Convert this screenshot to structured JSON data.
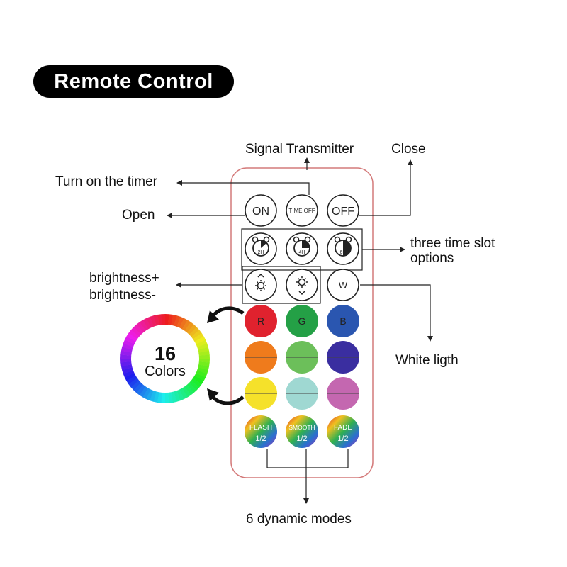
{
  "title": "Remote Control",
  "labels": {
    "signal": "Signal Transmitter",
    "close": "Close",
    "timer": "Turn on the timer",
    "open": "Open",
    "slots_line1": "three time slot",
    "slots_line2": "options",
    "bright_plus": "brightness+",
    "bright_minus": "brightness-",
    "white": "White ligth",
    "dynamic": "6 dynamic modes"
  },
  "colors_badge": {
    "number": "16",
    "word": "Colors"
  },
  "buttons": {
    "on": "ON",
    "timer_off": "TIME OFF",
    "off": "OFF",
    "t2h": "2H",
    "t4h": "4H",
    "t6h": "6H",
    "w": "W",
    "r": "R",
    "g": "G",
    "b": "B",
    "flash": "FLASH",
    "smooth": "SMOOTH",
    "fade": "FADE",
    "half": "1/2"
  },
  "palette": {
    "red": "#e0222e",
    "green": "#24a046",
    "blue": "#2a56b0",
    "orange": "#ef7b1c",
    "lightgreen": "#6cbf5a",
    "indigo": "#3a2ea0",
    "yellow": "#f5e12a",
    "aqua": "#9fd8d2",
    "pink": "#c467b0",
    "remote_border": "#d47a7a"
  }
}
